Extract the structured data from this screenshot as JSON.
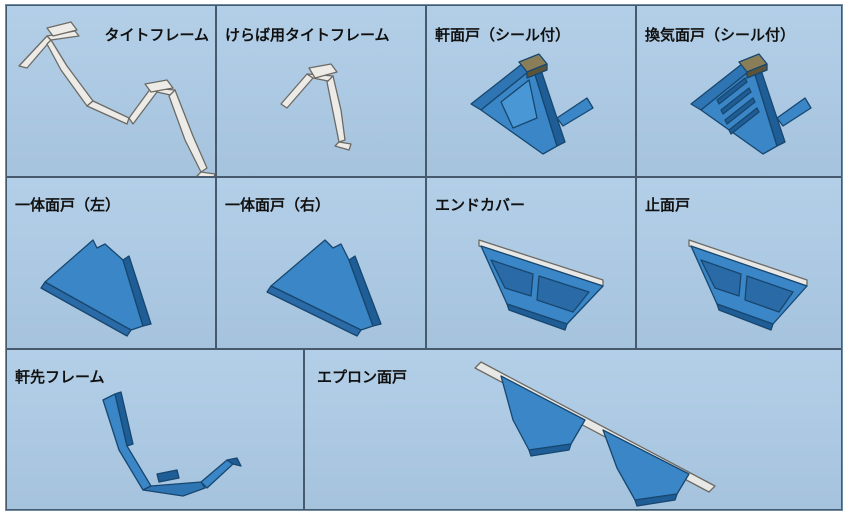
{
  "panels": {
    "tie_frame": "タイトフレーム",
    "kerabha_tie_frame": "けらば用タイトフレーム",
    "noki_mendo": "軒面戸（シール付）",
    "kanki_mendo": "換気面戸（シール付）",
    "ittai_mendo_left": "一体面戸（左）",
    "ittai_mendo_right": "一体面戸（右）",
    "end_cover": "エンドカバー",
    "tome_mendo": "止面戸",
    "nokisaki_frame": "軒先フレーム",
    "apron_mendo": "エプロン面戸"
  },
  "colors": {
    "background": "#a9c6e0",
    "part_blue": "#3a86c6",
    "part_blue_dark": "#1f5d96",
    "metal_light": "#e8e8e6",
    "grid_line": "#46596d"
  }
}
